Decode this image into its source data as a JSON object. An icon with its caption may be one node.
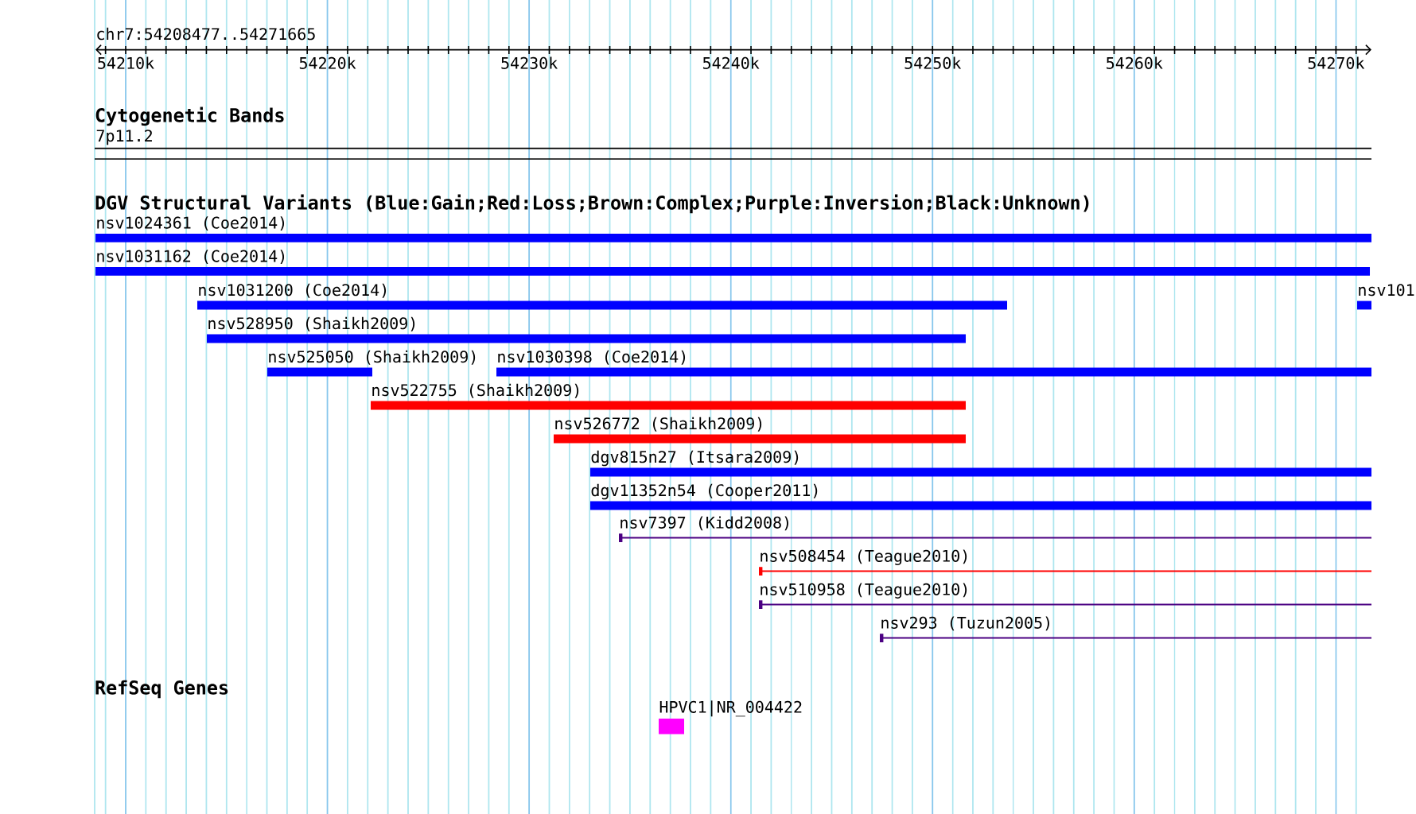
{
  "diagram": {
    "nodes": [
      {
        "text": [
          "7p11.2"
        ]
      },
      {
        "text": [
          "nsv1024361 (Coe2014)"
        ]
      },
      {
        "text": [
          "nsv1031162 (Coe2014)"
        ]
      },
      {
        "text": [
          "nsv1031200 (Coe2014)"
        ]
      },
      {
        "text": [
          "nsv101"
        ]
      },
      {
        "text": [
          "nsv528950 (Shaikh2009)"
        ]
      },
      {
        "text": [
          "nsv525050 (Shaikh2009)"
        ]
      },
      {
        "text": [
          "nsv1030398 (Coe2014)"
        ]
      },
      {
        "text": [
          "nsv522755 (Shaikh2009)"
        ]
      },
      {
        "text": [
          "nsv526772 (Shaikh2009)"
        ]
      },
      {
        "text": [
          "dgv815n27 (Itsara2009)"
        ]
      },
      {
        "text": [
          "dgv11352n54 (Cooper2011)"
        ]
      },
      {
        "text": [
          "nsv7397 (Kidd2008)"
        ]
      },
      {
        "text": [
          "nsv508454 (Teague2010)"
        ]
      },
      {
        "text": [
          "nsv510958 (Teague2010)"
        ]
      },
      {
        "text": [
          "nsv293 (Tuzun2005)"
        ]
      },
      {
        "text": [
          "HPVC1|NR_004422"
        ]
      }
    ],
    "labels": [
      "chr7:54208477..54271665",
      "54210k",
      "54220k",
      "54230k",
      "54240k",
      "54250k",
      "54260k",
      "54270k",
      "Cytogenetic Bands",
      "DGV Structural Variants (Blue:Gain;Red:Loss;Brown:Complex;Purple:Inversion;Black:Unknown)",
      "RefSeq Genes"
    ]
  }
}
